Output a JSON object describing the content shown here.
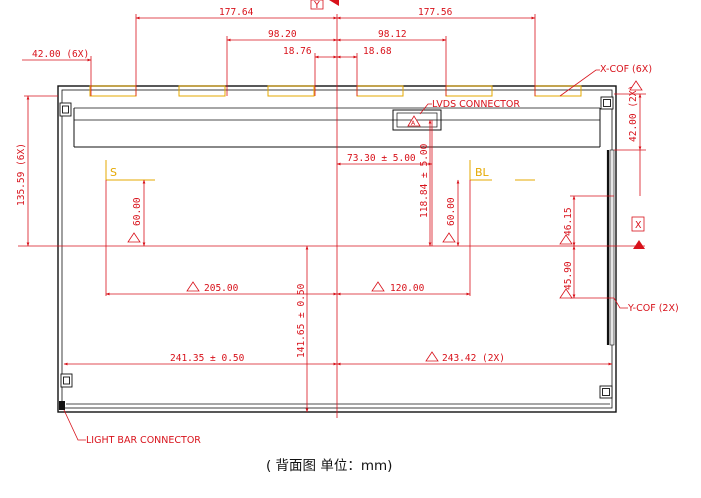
{
  "colors": {
    "dimension": "#d8121b",
    "outline": "#111111",
    "panel_edge": "#1a1a1a",
    "cof": "#e5a800",
    "fill_grey": "#e6e6e6"
  },
  "dims": {
    "top_left_half": "177.64",
    "top_right_half": "177.56",
    "left_cof_inner": "98.20",
    "right_cof_inner": "98.12",
    "left_center_gap": "18.76",
    "right_center_gap": "18.68",
    "cof_pitch": "42.00 (6X)",
    "lvds_offset": "73.30 ± 5.00",
    "lvds_height": "118.84 ± 5.00",
    "s_height": "60.00",
    "bl_height": "60.00",
    "height_left": "135.59 (6X)",
    "right_pitch": "42.00 (2X)",
    "right_upper": "46.15",
    "right_lower": "45.90",
    "s_to_center": "205.00",
    "bl_to_center": "120.00",
    "vertical_center": "141.65 ± 0.50",
    "left_width": "241.35 ± 0.50",
    "right_width": "243.42 (2X)"
  },
  "labels": {
    "x_cof": "X-COF (6X)",
    "y_cof": "Y-COF (2X)",
    "lvds_connector": "LVDS CONNECTOR",
    "light_bar_connector": "LIGHT BAR CONNECTOR",
    "s": "S",
    "bl": "BL",
    "datum_x": "X",
    "datum_y": "Y"
  },
  "caption": "( 背面图  单位：mm)",
  "icons": {
    "datum_triangle": "triangle-note-icon",
    "datum_box": "datum-box-icon"
  }
}
